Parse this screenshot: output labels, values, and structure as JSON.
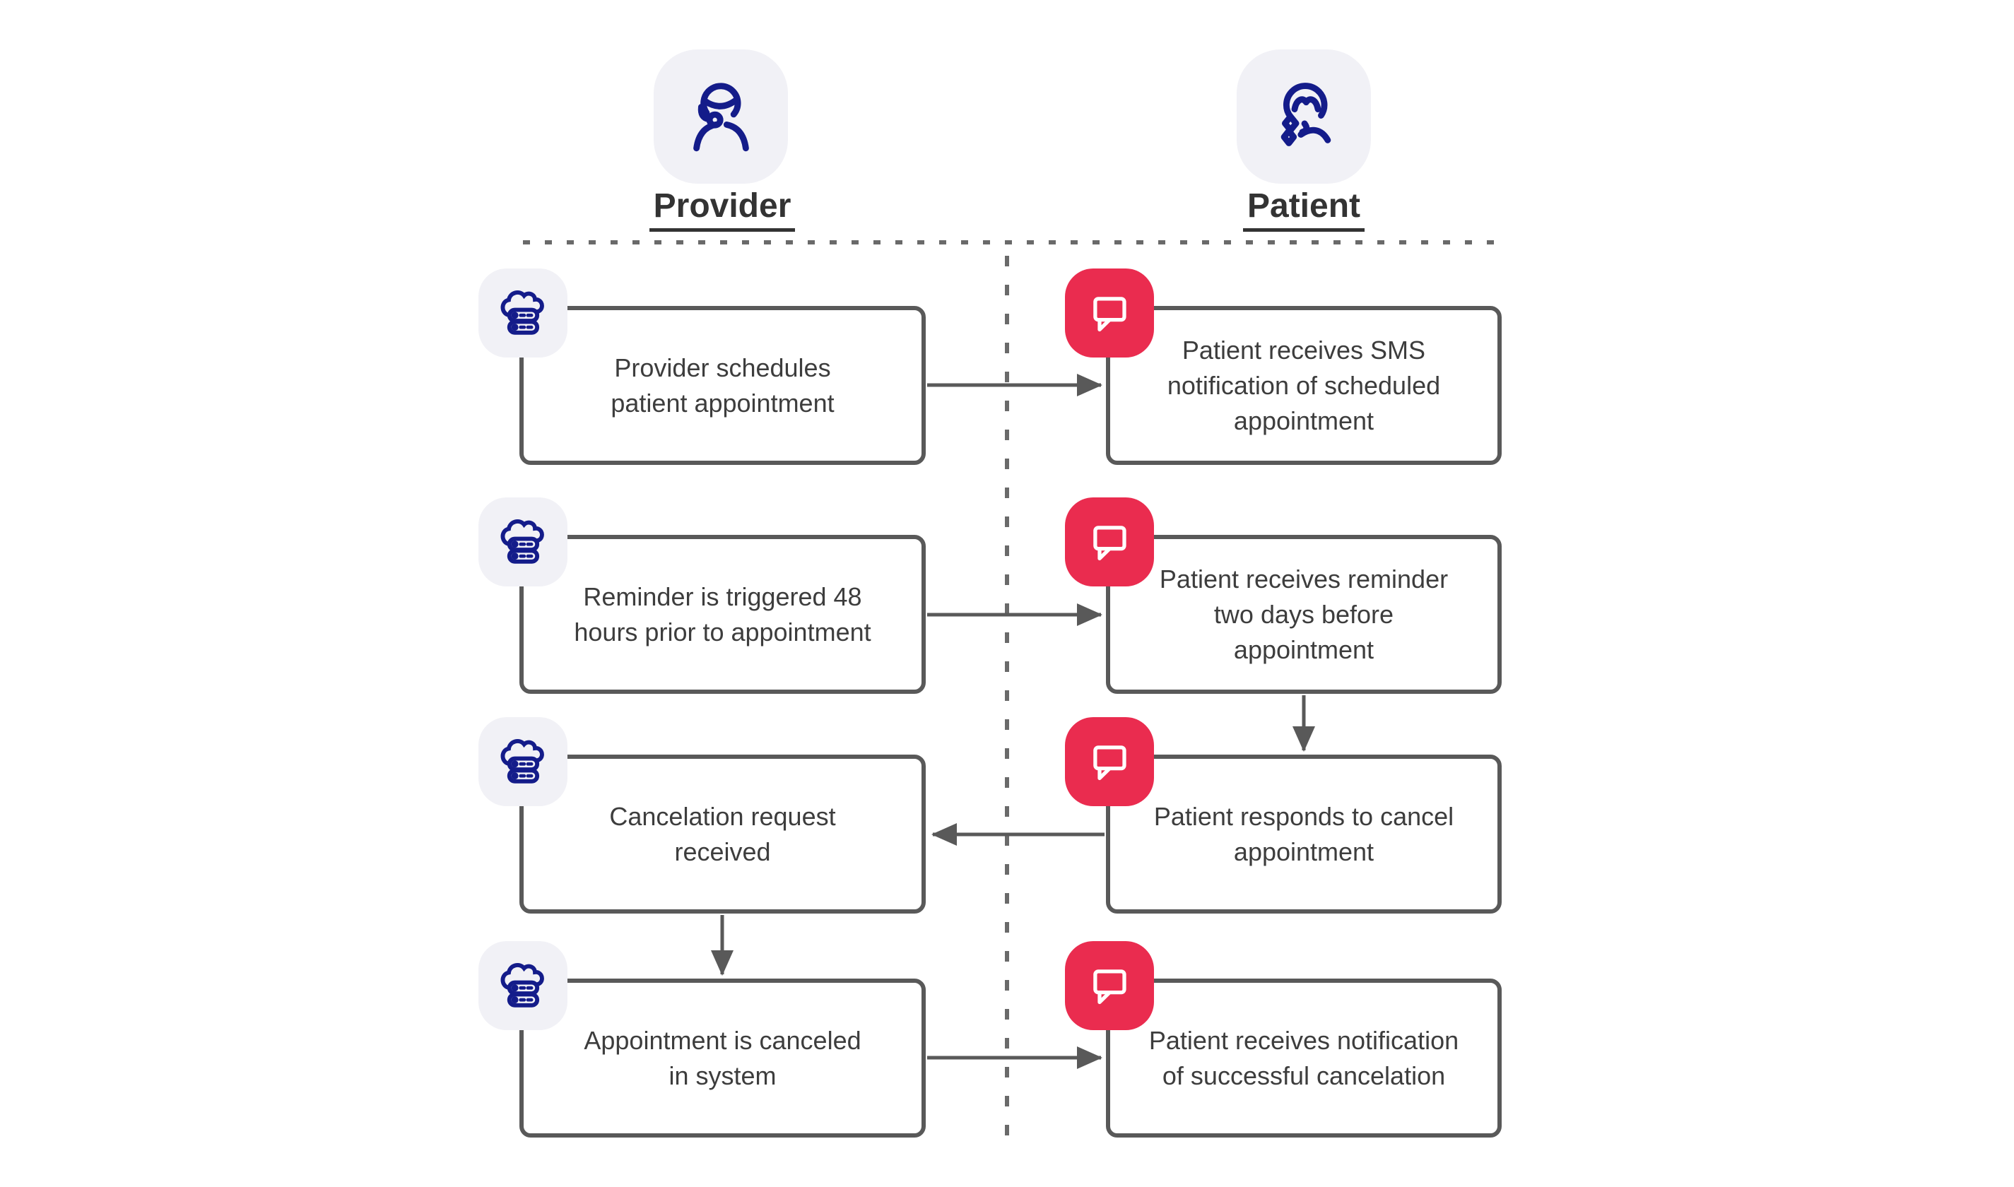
{
  "diagram": {
    "type": "swimlane-flowchart",
    "lanes": {
      "provider": {
        "label": "Provider",
        "avatar_icon": "support-agent-icon",
        "step_badge_icon": "cloud-server-icon",
        "steps": [
          {
            "label": "Provider schedules\npatient appointment"
          },
          {
            "label": "Reminder is triggered 48\nhours prior to appointment"
          },
          {
            "label": "Cancelation request\nreceived"
          },
          {
            "label": "Appointment is canceled\nin system"
          }
        ]
      },
      "patient": {
        "label": "Patient",
        "avatar_icon": "female-patient-icon",
        "step_badge_icon": "sms-message-icon",
        "steps": [
          {
            "label": "Patient receives SMS\nnotification of scheduled\nappointment"
          },
          {
            "label": "Patient receives reminder\ntwo days before\nappointment"
          },
          {
            "label": "Patient responds to cancel\nappointment"
          },
          {
            "label": "Patient receives notification\nof successful cancelation"
          }
        ]
      }
    },
    "connections": [
      {
        "from": "provider-step-1",
        "to": "patient-step-1",
        "direction": "right"
      },
      {
        "from": "provider-step-2",
        "to": "patient-step-2",
        "direction": "right"
      },
      {
        "from": "patient-step-2",
        "to": "patient-step-3",
        "direction": "down"
      },
      {
        "from": "patient-step-3",
        "to": "provider-step-3",
        "direction": "left"
      },
      {
        "from": "provider-step-3",
        "to": "provider-step-4",
        "direction": "down"
      },
      {
        "from": "provider-step-4",
        "to": "patient-step-4",
        "direction": "right"
      }
    ],
    "colors": {
      "icon_navy": "#141c8a",
      "badge_gray_bg": "#f1f1f6",
      "sms_red": "#ea2c4f",
      "node_border_gray": "#595959",
      "arrow_gray": "#595959",
      "separator_gray": "#6a6a6a",
      "node_text": "#3d3d3d",
      "heading_text": "#333333",
      "background": "#ffffff"
    }
  }
}
